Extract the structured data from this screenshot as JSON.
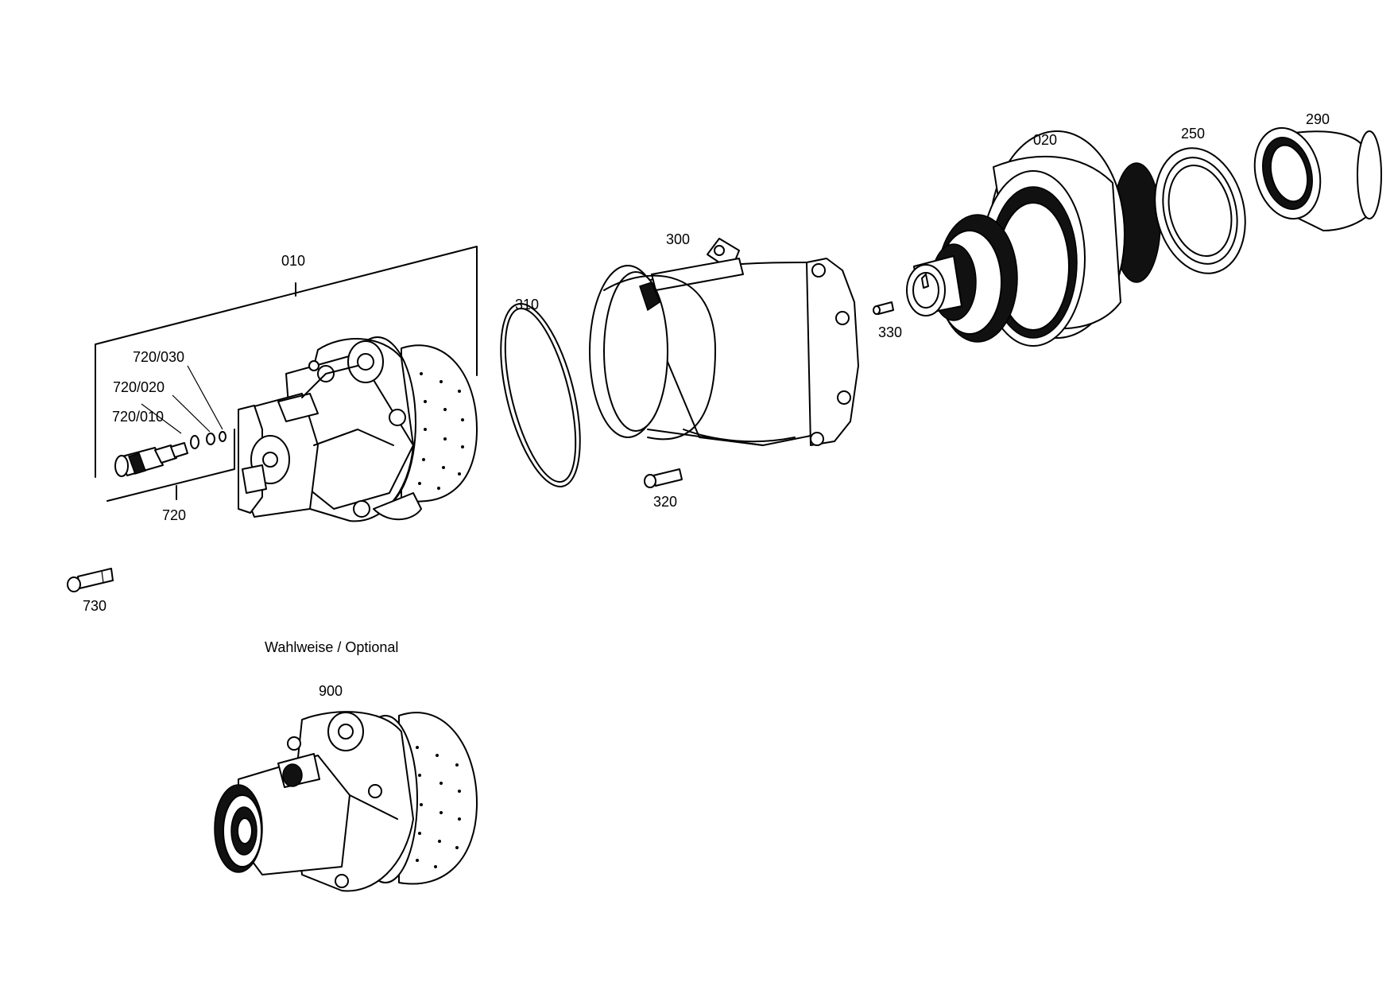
{
  "labels": {
    "p010": "010",
    "p020": "020",
    "p250": "250",
    "p290": "290",
    "p300": "300",
    "p310": "310",
    "p320": "320",
    "p330": "330",
    "p720": "720",
    "p720_010": "720/010",
    "p720_020": "720/020",
    "p720_030": "720/030",
    "p730": "730",
    "p900": "900"
  },
  "note": "Wahlweise / Optional"
}
